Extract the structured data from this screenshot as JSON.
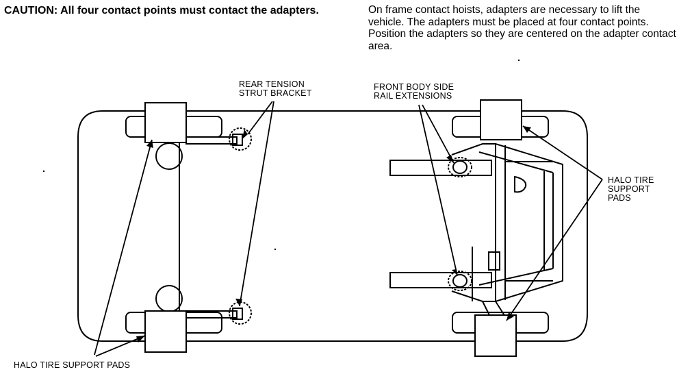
{
  "caution_text": "CAUTION: All four contact points must contact the adapters.",
  "note_text": "On frame contact hoists, adapters are necessary to lift the vehicle. The adapters must be placed at four contact points. Position the adapters so they are centered on the adapter contact area.",
  "labels": {
    "rear_tension_strut_bracket": "REAR TENSION\nSTRUT BRACKET",
    "front_body_side_rail_extensions": "FRONT BODY SIDE\nRAIL EXTENSIONS",
    "halo_tire_support_pads_right": "HALO TIRE\nSUPPORT\nPADS",
    "halo_tire_support_pads_bottom": "HALO TIRE SUPPORT PADS"
  }
}
